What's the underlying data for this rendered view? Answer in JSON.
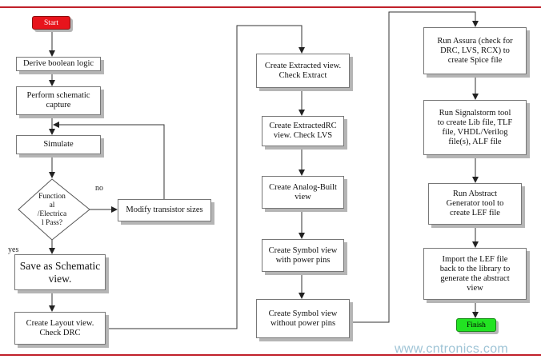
{
  "colors": {
    "start_fill": "#e8141c",
    "finish_fill": "#22e322",
    "rule": "#c0202a",
    "watermark": "#9fc4d6"
  },
  "nodes": {
    "start": "Start",
    "derive": "Derive boolean logic",
    "schematic": "Perform schematic\ncapture",
    "simulate": "Simulate",
    "decision": "Function\nal\n/Electrica\nl Pass?",
    "modify": "Modify transistor sizes",
    "save": "Save as Schematic\nview.",
    "layout": "Create Layout view.\nCheck DRC",
    "extracted": "Create Extracted view.\nCheck Extract",
    "extractedrc": "Create ExtractedRC\nview.  Check LVS",
    "analog": "Create Analog-Built\nview",
    "symbol_pins": "Create Symbol view\nwith  power pins",
    "symbol_nopins": "Create Symbol view\nwithout  power pins",
    "assura": "Run Assura (check for\nDRC, LVS, RCX) to\ncreate Spice file",
    "signalstorm": "Run Signalstorm tool\nto create Lib file, TLF\nfile,  VHDL/Verilog\nfile(s),  ALF file",
    "abstract": "Run Abstract\nGenerator tool to\ncreate LEF file",
    "import": "Import the LEF file\nback to the library to\ngenerate the abstract\nview",
    "finish": "Finish"
  },
  "labels": {
    "no": "no",
    "yes": "yes"
  },
  "watermark": "www.cntronics.com"
}
